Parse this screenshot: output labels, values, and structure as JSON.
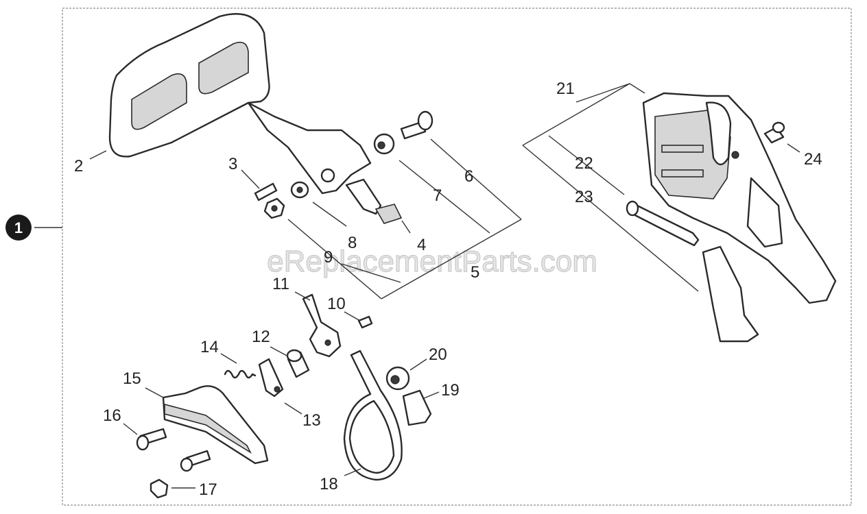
{
  "assembly_badge": "1",
  "watermark": "eReplacementParts.com",
  "callouts": [
    "2",
    "3",
    "4",
    "5",
    "6",
    "7",
    "8",
    "9",
    "10",
    "11",
    "12",
    "13",
    "14",
    "15",
    "16",
    "17",
    "18",
    "19",
    "20",
    "21",
    "22",
    "23",
    "24"
  ]
}
